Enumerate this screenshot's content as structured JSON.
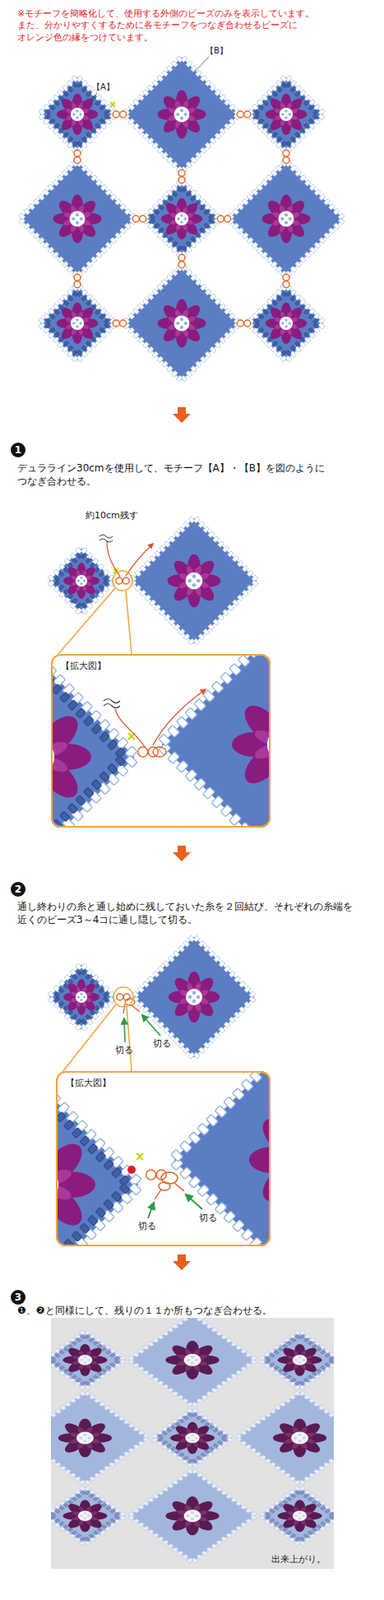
{
  "diagram": {
    "nodes": [
      {
        "text": [
          "【拡大図】"
        ]
      },
      {
        "text": [
          "【拡大図】"
        ]
      },
      {
        "text": [
          "出来上がり。"
        ]
      }
    ],
    "labels": [
      "※モチーフを簡略化して、使用する外側のビーズのみを表示しています。 また、分かりやすくするために各モチーフをつなぎ合わせるビーズに オレンジ色の縁をつけています。",
      "【A】",
      "【B】",
      "1",
      "デュラライン30cmを使用して、モチーフ【A】・【B】を図のように つなぎ合わせる。",
      "約10cm残す",
      "2",
      "通し終わりの糸と通し始めに残しておいた糸を２回結び、それぞれの糸端を 近くのビーズ3～4コに通し隠して切る。",
      "切る",
      "切る",
      "切る",
      "切る",
      "3",
      "❶、❷と同様にして、残りの１１か所もつなぎ合わせる。"
    ]
  }
}
